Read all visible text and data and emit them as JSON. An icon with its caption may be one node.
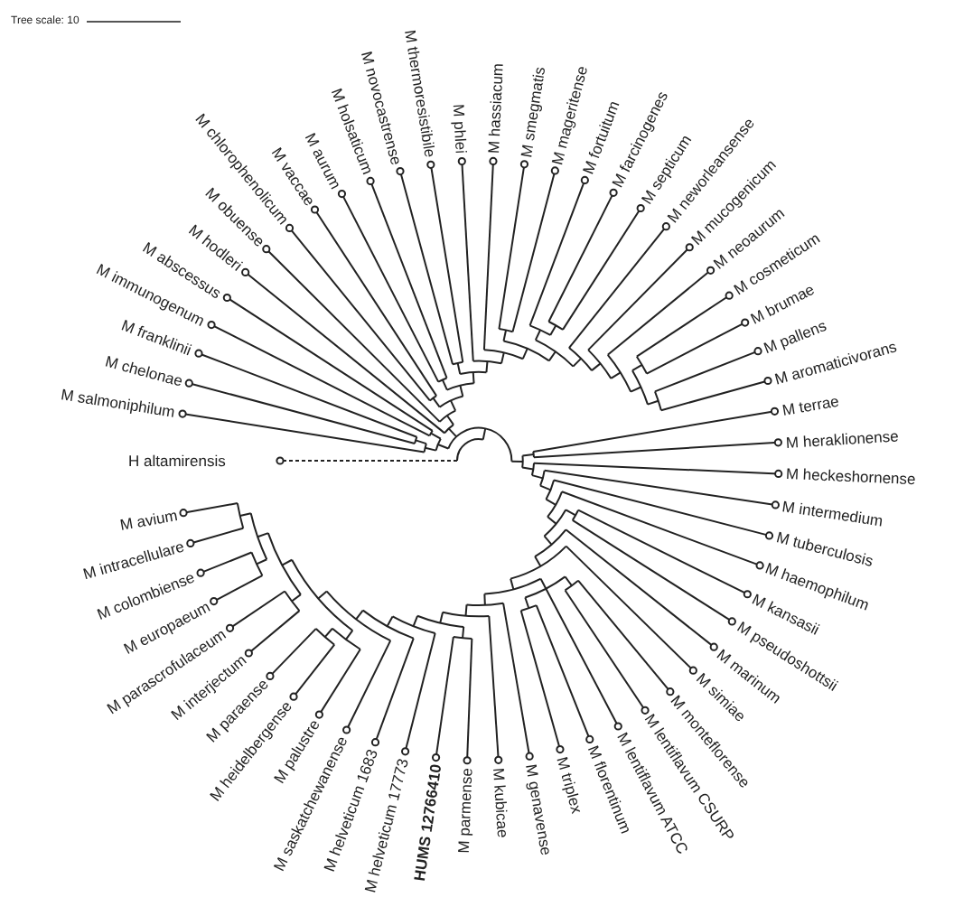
{
  "diagram": {
    "labels": [
      "Tree scale: 10",
      "H altamirensis",
      "M salmoniphilum",
      "M chelonae",
      "M franklinii",
      "M immunogenum",
      "M abscessus",
      "M hodleri",
      "M obuense",
      "M chlorophenolicum",
      "M vaccae",
      "M aurum",
      "M holsaticum",
      "M novocastrense",
      "M thermoresistibile",
      "M phlei",
      "M hassiacum",
      "M smegmatis",
      "M mageritense",
      "M fortuitum",
      "M farcinogenes",
      "M septicum",
      "M neworleansense",
      "M mucogenicum",
      "M neoaurum",
      "M cosmeticum",
      "M brumae",
      "M pallens",
      "M aromaticivorans",
      "M terrae",
      "M heraklionense",
      "M avium",
      "M intracellulare",
      "M colombiense",
      "M europaeum",
      "M parascrofulaceum",
      "M interjectum",
      "M paraense",
      "M heidelbergense",
      "M palustre",
      "M saskatchewanense",
      "M helveticum 1683",
      "M helveticum 17773",
      "HUMS 12766410",
      "M parmense",
      "M kubicae",
      "M genavense",
      "M triplex",
      "M florentinum",
      "M lentiflavum ATCC",
      "M lentiflavum CSURP",
      "M monteflorense",
      "M simiae",
      "M marinum",
      "M pseudoshottsii",
      "M kansasii",
      "M haemophilum",
      "M tuberculosis",
      "M intermedium",
      "M heckeshornense"
    ]
  }
}
